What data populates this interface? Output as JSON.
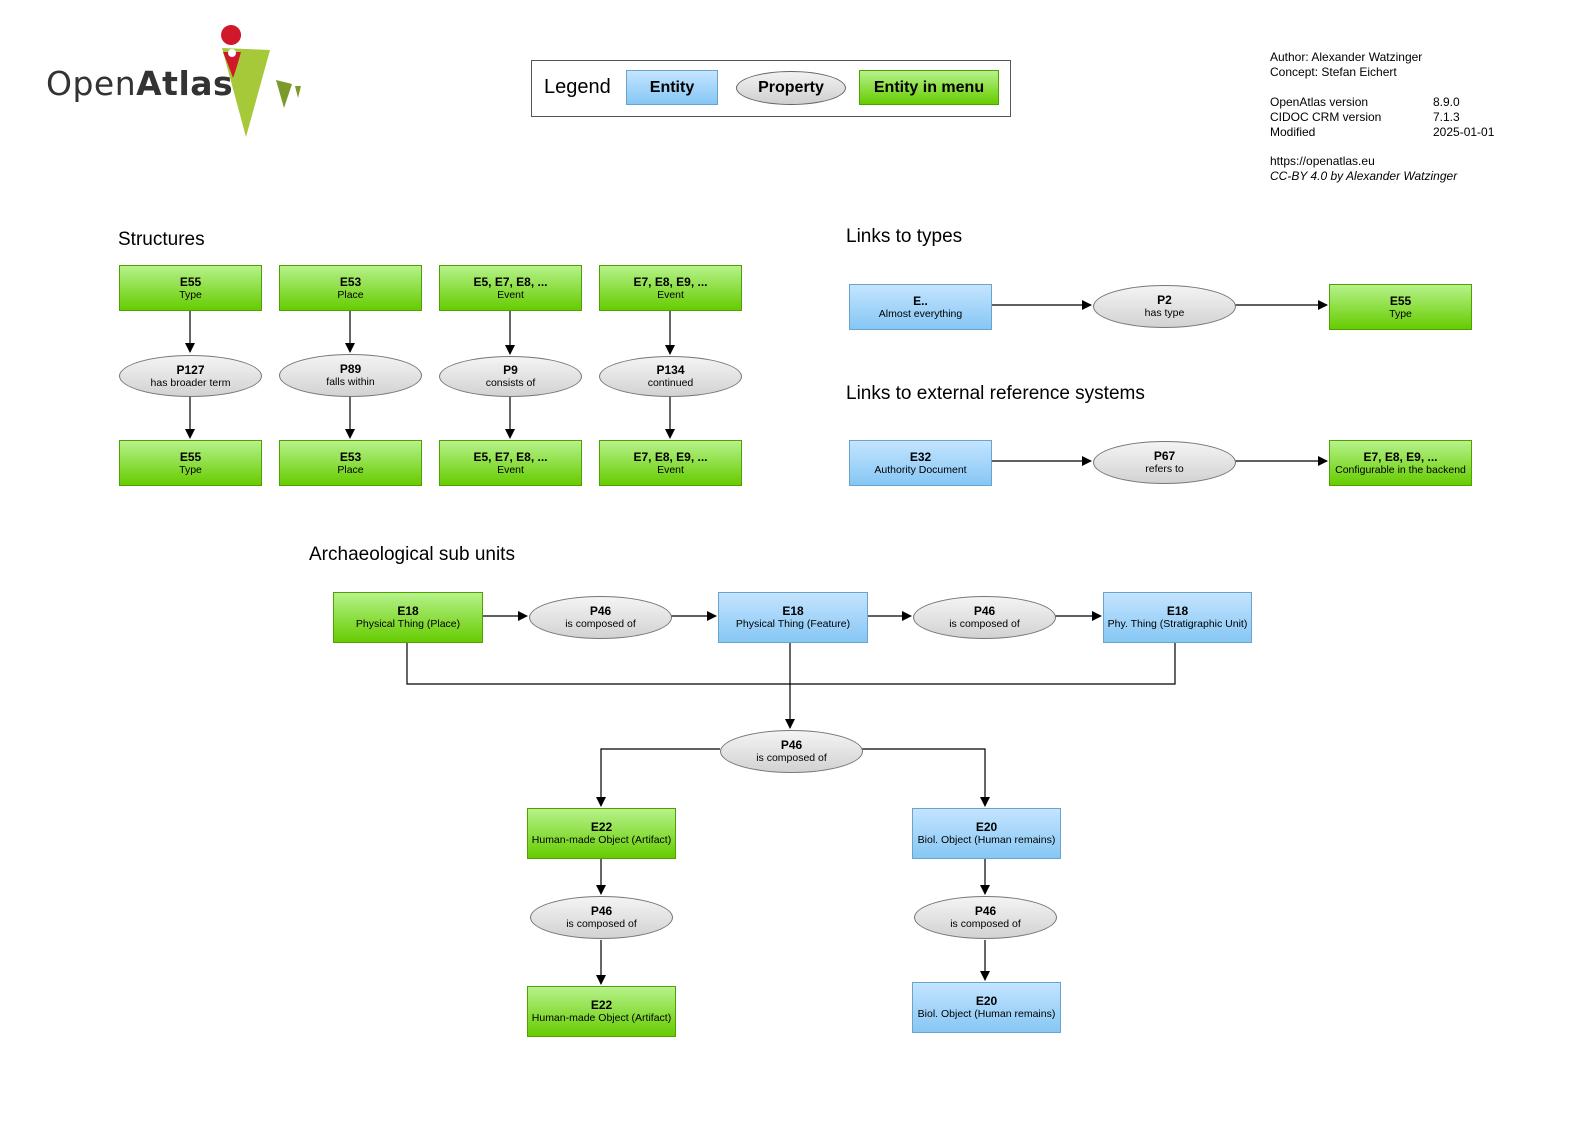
{
  "logo": {
    "prefix": "Open",
    "suffix": "Atlas"
  },
  "legend": {
    "title": "Legend",
    "entity": "Entity",
    "property": "Property",
    "entity_in_menu": "Entity in menu"
  },
  "meta": {
    "author": "Author: Alexander Watzinger",
    "concept": "Concept: Stefan Eichert",
    "openatlas_label": "OpenAtlas version",
    "openatlas_value": "8.9.0",
    "cidoc_label": "CIDOC CRM version",
    "cidoc_value": "7.1.3",
    "modified_label": "Modified",
    "modified_value": "2025-01-01",
    "url": "https://openatlas.eu",
    "license": "CC-BY 4.0 by Alexander Watzinger"
  },
  "structures": {
    "title": "Structures",
    "columns": [
      {
        "top": {
          "code": "E55",
          "label": "Type"
        },
        "prop": {
          "code": "P127",
          "label": "has broader term"
        },
        "bottom": {
          "code": "E55",
          "label": "Type"
        }
      },
      {
        "top": {
          "code": "E53",
          "label": "Place"
        },
        "prop": {
          "code": "P89",
          "label": "falls within"
        },
        "bottom": {
          "code": "E53",
          "label": "Place"
        }
      },
      {
        "top": {
          "code": "E5, E7, E8, ...",
          "label": "Event"
        },
        "prop": {
          "code": "P9",
          "label": "consists of"
        },
        "bottom": {
          "code": "E5, E7, E8, ...",
          "label": "Event"
        }
      },
      {
        "top": {
          "code": "E7, E8, E9, ...",
          "label": "Event"
        },
        "prop": {
          "code": "P134",
          "label": "continued"
        },
        "bottom": {
          "code": "E7, E8, E9, ...",
          "label": "Event"
        }
      }
    ]
  },
  "types": {
    "title": "Links to types",
    "source": {
      "code": "E..",
      "label": "Almost everything"
    },
    "prop": {
      "code": "P2",
      "label": "has type"
    },
    "target": {
      "code": "E55",
      "label": "Type"
    }
  },
  "external": {
    "title": "Links to external reference systems",
    "source": {
      "code": "E32",
      "label": "Authority Document"
    },
    "prop": {
      "code": "P67",
      "label": "refers to"
    },
    "target": {
      "code": "E7, E8, E9, ...",
      "label": "Configurable in the backend"
    }
  },
  "archaeo": {
    "title": "Archaeological sub units",
    "place": {
      "code": "E18",
      "label": "Physical Thing (Place)"
    },
    "prop1": {
      "code": "P46",
      "label": "is composed of"
    },
    "feature": {
      "code": "E18",
      "label": "Physical Thing (Feature)"
    },
    "prop2": {
      "code": "P46",
      "label": "is composed of"
    },
    "strat": {
      "code": "E18",
      "label": "Phy. Thing (Stratigraphic Unit)"
    },
    "prop_center": {
      "code": "P46",
      "label": "is composed of"
    },
    "artifact": {
      "code": "E22",
      "label": "Human-made Object (Artifact)"
    },
    "prop_artifact": {
      "code": "P46",
      "label": "is composed of"
    },
    "artifact2": {
      "code": "E22",
      "label": "Human-made Object (Artifact)"
    },
    "remains": {
      "code": "E20",
      "label": "Biol. Object (Human remains)"
    },
    "prop_remains": {
      "code": "P46",
      "label": "is composed of"
    },
    "remains2": {
      "code": "E20",
      "label": "Biol. Object (Human remains)"
    }
  }
}
